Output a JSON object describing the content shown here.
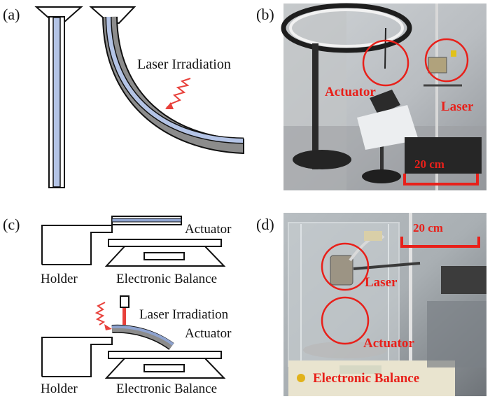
{
  "panels": {
    "a": {
      "label": "(a)",
      "laser_text": "Laser Irradiation"
    },
    "b": {
      "label": "(b)",
      "actuator": "Actuator",
      "laser": "Laser",
      "scale": "20 cm"
    },
    "c": {
      "label": "(c)",
      "top": {
        "actuator": "Actuator",
        "holder": "Holder",
        "balance": "Electronic Balance"
      },
      "bottom": {
        "laser_text": "Laser Irradiation",
        "actuator": "Actuator",
        "holder": "Holder",
        "balance": "Electronic Balance"
      }
    },
    "d": {
      "label": "(d)",
      "scale": "20 cm",
      "laser": "Laser",
      "actuator": "Actuator",
      "balance": "Electronic Balance"
    }
  },
  "colors": {
    "film_blue": "#b4c4e6",
    "film_gray": "#8c8c8c",
    "annotation_red": "#e8201a",
    "laser_red": "#e8403a"
  }
}
